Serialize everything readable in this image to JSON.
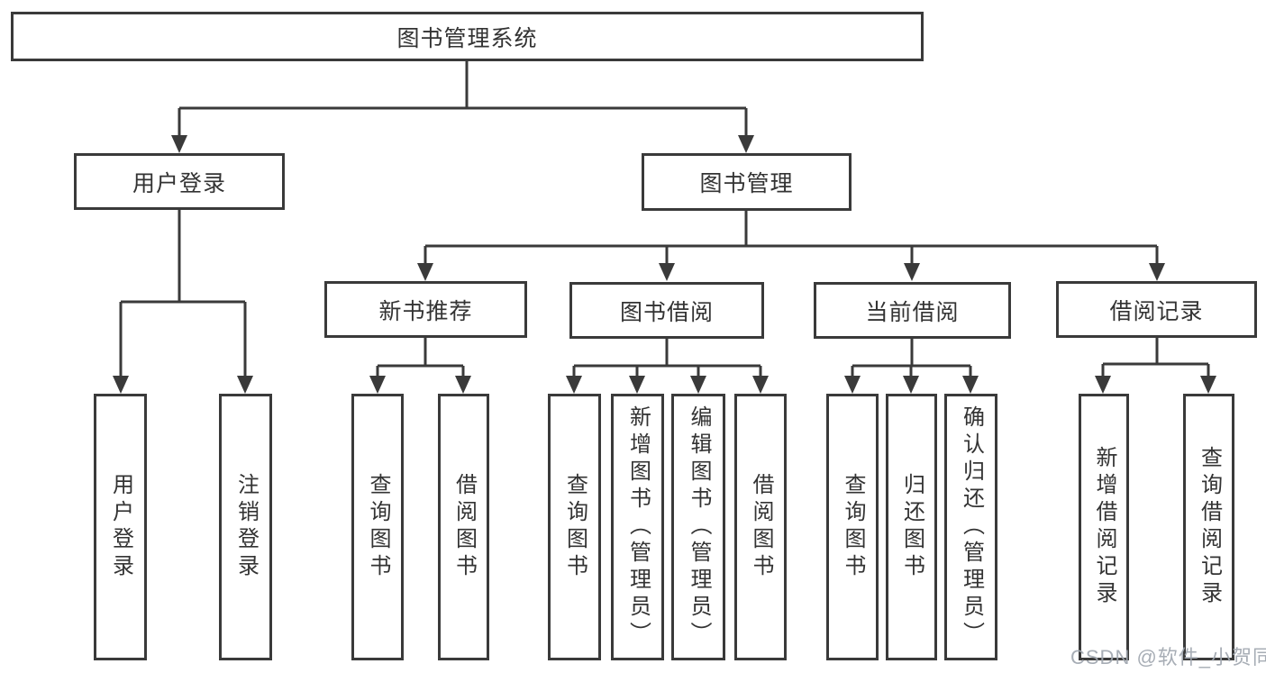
{
  "tree": {
    "root": "图书管理系统",
    "branches": [
      {
        "label": "用户登录",
        "children": [
          "用户登录",
          "注销登录"
        ]
      },
      {
        "label": "图书管理",
        "groups": [
          {
            "label": "新书推荐",
            "children": [
              "查询图书",
              "借阅图书"
            ]
          },
          {
            "label": "图书借阅",
            "children": [
              "查询图书",
              "新增图书（管理员）",
              "编辑图书（管理员）",
              "借阅图书"
            ]
          },
          {
            "label": "当前借阅",
            "children": [
              "查询图书",
              "归还图书",
              "确认归还（管理员）"
            ]
          },
          {
            "label": "借阅记录",
            "children": [
              "新增借阅记录",
              "查询借阅记录"
            ]
          }
        ]
      }
    ]
  },
  "watermark": {
    "text": "CSDN @软件_小贺同学"
  },
  "colors": {
    "line": "#3a3a3a",
    "text": "#333333",
    "background": "#ffffff",
    "watermark": "#a0a6af"
  }
}
